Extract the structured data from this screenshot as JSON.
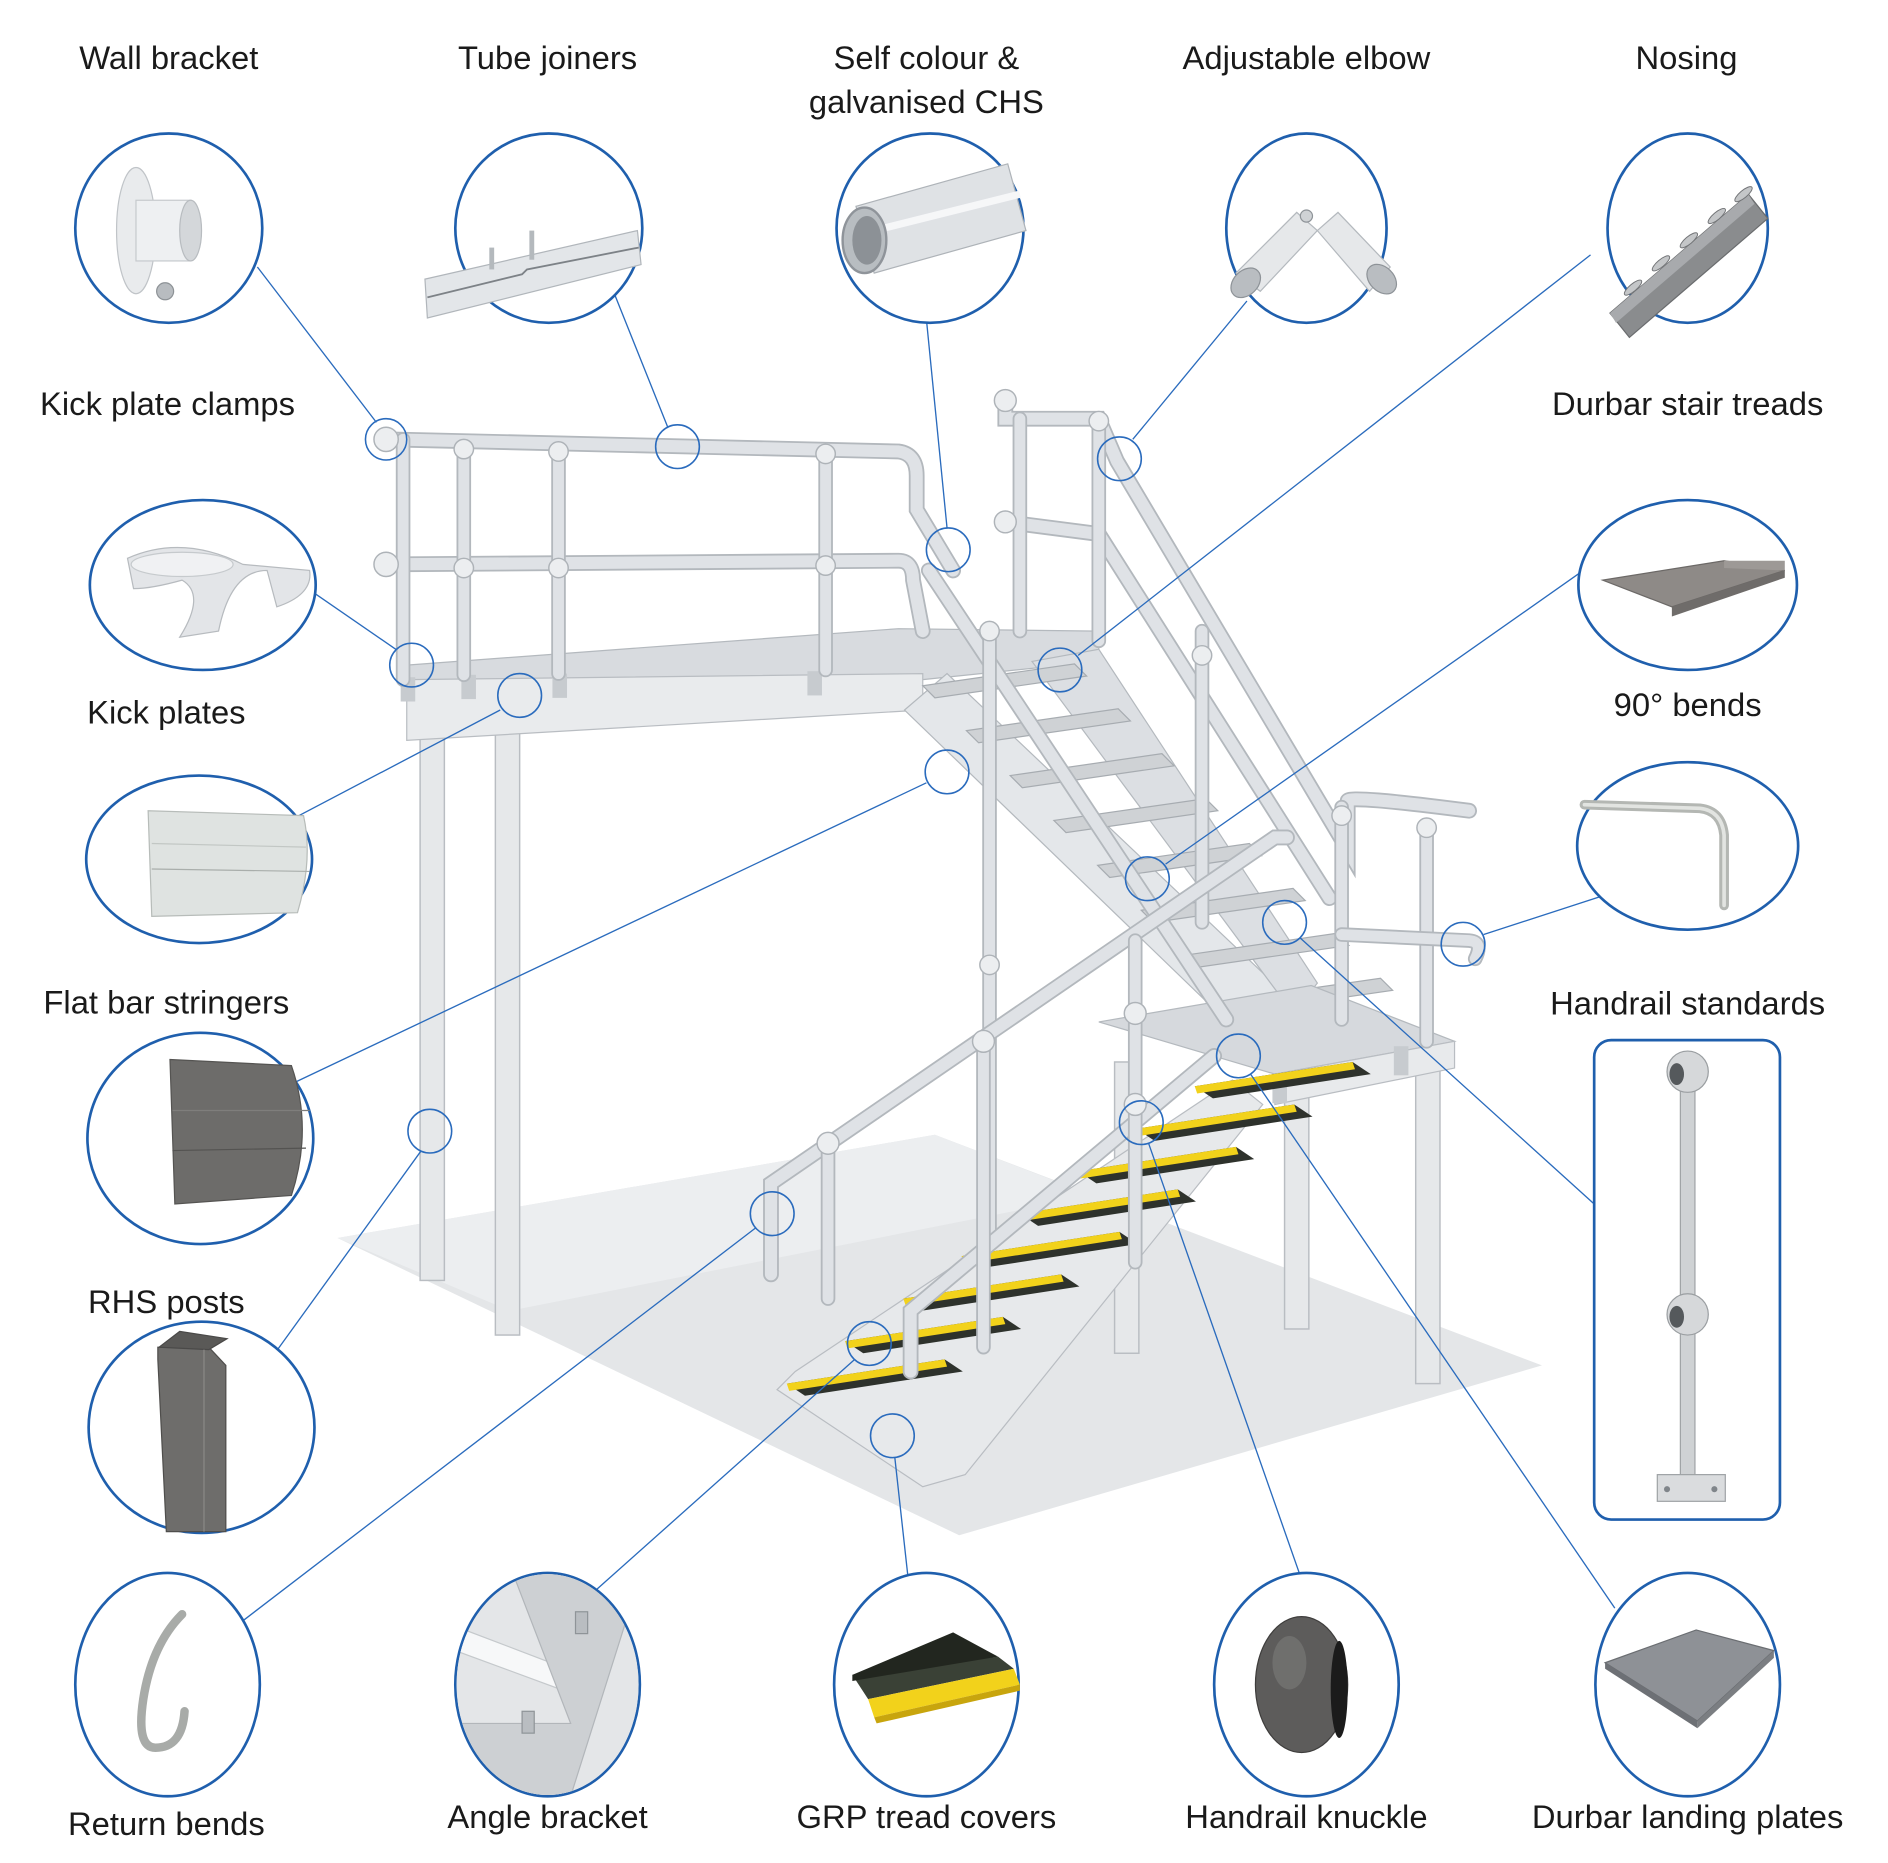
{
  "title": "Staircase and platform components",
  "components": [
    {
      "id": "wall-bracket",
      "label": "Wall bracket"
    },
    {
      "id": "tube-joiners",
      "label": "Tube joiners"
    },
    {
      "id": "chs",
      "label_lines": [
        "Self colour &",
        "galvanised CHS"
      ]
    },
    {
      "id": "adjustable-elbow",
      "label": "Adjustable elbow"
    },
    {
      "id": "nosing",
      "label": "Nosing"
    },
    {
      "id": "kick-plate-clamps",
      "label": "Kick plate clamps"
    },
    {
      "id": "durbar-stair-treads",
      "label": "Durbar stair treads"
    },
    {
      "id": "kick-plates",
      "label": "Kick plates"
    },
    {
      "id": "90-bends",
      "label": "90° bends"
    },
    {
      "id": "flat-bar-stringers",
      "label": "Flat bar stringers"
    },
    {
      "id": "handrail-standards",
      "label": "Handrail standards"
    },
    {
      "id": "rhs-posts",
      "label": "RHS posts"
    },
    {
      "id": "return-bends",
      "label": "Return bends"
    },
    {
      "id": "angle-bracket",
      "label": "Angle bracket"
    },
    {
      "id": "grp-tread-covers",
      "label": "GRP tread covers"
    },
    {
      "id": "handrail-knuckle",
      "label": "Handrail knuckle"
    },
    {
      "id": "durbar-landing-plates",
      "label": "Durbar landing plates"
    }
  ],
  "colors": {
    "callout_ring": "#1f5fad",
    "leader_line": "#2a6bbd",
    "galvanised": "#d9dcdf",
    "grp_yellow": "#f2d21b",
    "grp_black": "#2b2f2a",
    "durbar": "#8a8886"
  }
}
